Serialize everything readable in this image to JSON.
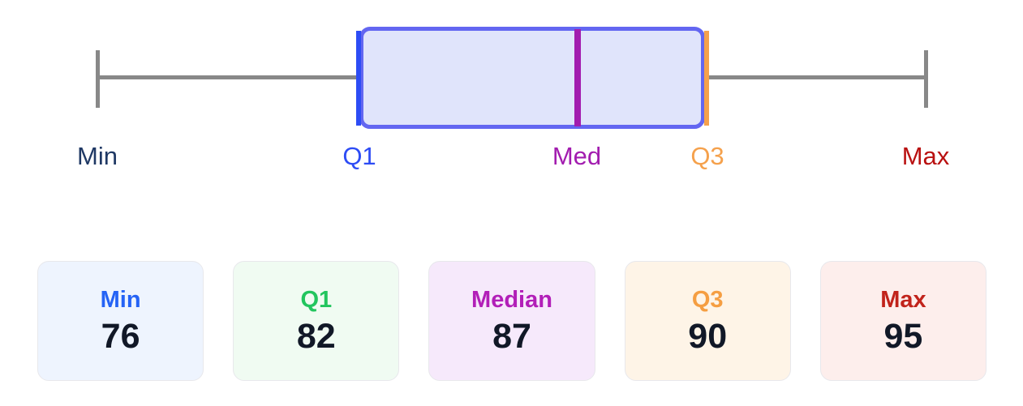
{
  "chart_data": {
    "type": "box",
    "title": "",
    "xlabel": "",
    "ylabel": "",
    "orientation": "horizontal",
    "axis_range": [
      76,
      95
    ],
    "grid": false,
    "legend": "none",
    "five_number_summary": {
      "min": 76,
      "q1": 82,
      "median": 87,
      "q3": 90,
      "max": 95
    },
    "marker_labels": [
      "Min",
      "Q1",
      "Med",
      "Q3",
      "Max"
    ],
    "marker_values": [
      76,
      82,
      87,
      90,
      95
    ]
  },
  "plot": {
    "markers": [
      {
        "key": "min",
        "label": "Min",
        "value": 76,
        "color": "#1f3864",
        "x_pct": 9.52
      },
      {
        "key": "q1",
        "label": "Q1",
        "value": 82,
        "color": "#2d4cf5",
        "x_pct": 35.13
      },
      {
        "key": "median",
        "label": "Med",
        "value": 87,
        "color": "#a21caf",
        "x_pct": 56.39
      },
      {
        "key": "q3",
        "label": "Q3",
        "value": 90,
        "color": "#f5a14c",
        "x_pct": 69.15
      },
      {
        "key": "max",
        "label": "Max",
        "value": 95,
        "color": "#b91111",
        "x_pct": 90.48
      }
    ],
    "colors": {
      "whisker": "#888888",
      "box_fill": "#e0e4fb",
      "box_border": "#6366f1",
      "q1_marker": "#2d4cf5",
      "median_marker": "#a21caf",
      "q3_marker": "#f5a14c"
    }
  },
  "cards": [
    {
      "key": "min",
      "label": "Min",
      "value": "76",
      "label_color": "#2563f5",
      "bg": "#eef4fe"
    },
    {
      "key": "q1",
      "label": "Q1",
      "value": "82",
      "label_color": "#22c55e",
      "bg": "#f0fbf2"
    },
    {
      "key": "median",
      "label": "Median",
      "value": "87",
      "label_color": "#b21fb8",
      "bg": "#f6e9fb"
    },
    {
      "key": "q3",
      "label": "Q3",
      "value": "90",
      "label_color": "#f59e42",
      "bg": "#fef4e7"
    },
    {
      "key": "max",
      "label": "Max",
      "value": "95",
      "label_color": "#c1231b",
      "bg": "#fdeeec"
    }
  ]
}
